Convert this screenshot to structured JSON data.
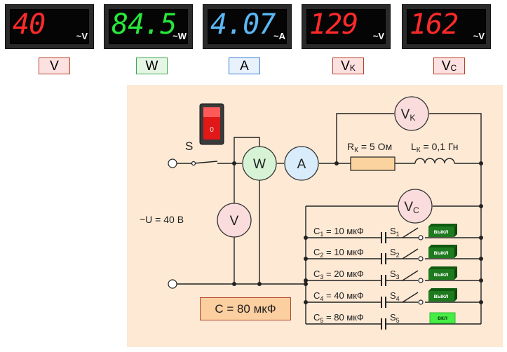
{
  "meters": [
    {
      "value": "40",
      "unit": "~V",
      "label": "V",
      "label_sub": "",
      "color": "#ff2a2a"
    },
    {
      "value": "84.5",
      "unit": "~W",
      "label": "W",
      "label_sub": "",
      "color": "#27e83a"
    },
    {
      "value": "4.07",
      "unit": "~A",
      "label": "A",
      "label_sub": "",
      "color": "#5ab8f5"
    },
    {
      "value": "129",
      "unit": "~V",
      "label": "V",
      "label_sub": "K",
      "color": "#ff2a2a"
    },
    {
      "value": "162",
      "unit": "~V",
      "label": "V",
      "label_sub": "C",
      "color": "#ff2a2a"
    }
  ],
  "circuit": {
    "switch_label": "S",
    "switch_mark": "0",
    "voltage_label": "~U = 40 В",
    "wattmeter": "W",
    "ammeter": "A",
    "voltmeter": "V",
    "vk_meter": "V",
    "vk_sub": "K",
    "vc_meter": "V",
    "vc_sub": "C",
    "resistor_label": "R",
    "resistor_sub": "К",
    "resistor_value": " = 5 Ом",
    "inductor_label": "L",
    "inductor_sub": "К",
    "inductor_value": " = 0,1 Гн",
    "total_capacitance": "C = 80  мкФ",
    "capacitors": [
      {
        "name": "C",
        "sub": "1",
        "value": " = 10 мкФ",
        "switch": "S",
        "switch_sub": "1",
        "state": "выкл"
      },
      {
        "name": "C",
        "sub": "2",
        "value": " = 10 мкФ",
        "switch": "S",
        "switch_sub": "2",
        "state": "выкл"
      },
      {
        "name": "C",
        "sub": "3",
        "value": " = 20 мкФ",
        "switch": "S",
        "switch_sub": "3",
        "state": "выкл"
      },
      {
        "name": "C",
        "sub": "4",
        "value": " = 40 мкФ",
        "switch": "S",
        "switch_sub": "4",
        "state": "выкл"
      },
      {
        "name": "C",
        "sub": "5",
        "value": " = 80 мкФ",
        "switch": "S",
        "switch_sub": "5",
        "state": "вкл"
      }
    ]
  },
  "colors": {
    "meter_label_red_border": "#b5432a",
    "meter_label_red_bg": "#fde0e0",
    "meter_label_green_border": "#3aa84a",
    "meter_label_green_bg": "#e6f6e6",
    "meter_label_blue_border": "#3a7ad8",
    "meter_label_blue_bg": "#e8f2fd",
    "btn_off": "#1e7a1e",
    "btn_on": "#44ee44"
  }
}
